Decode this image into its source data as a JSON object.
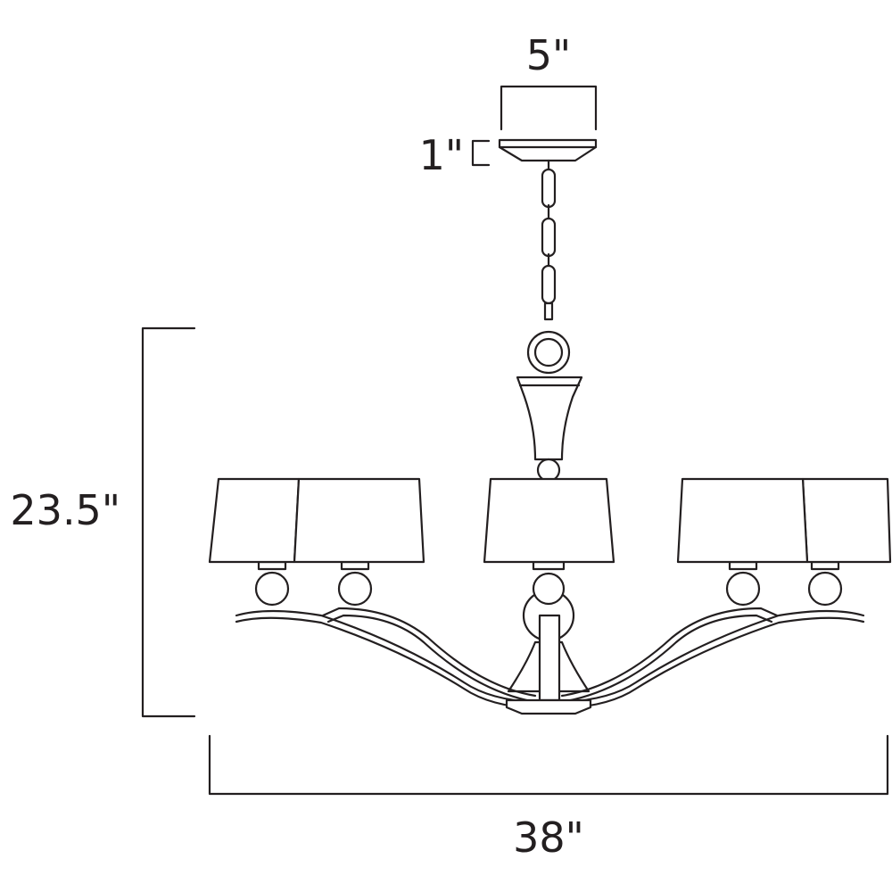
{
  "dimensions": {
    "canopy_width": "5\"",
    "canopy_height": "1\"",
    "fixture_height": "23.5\"",
    "fixture_width": "38\""
  },
  "colors": {
    "line": "#231f20",
    "background": "#ffffff"
  }
}
